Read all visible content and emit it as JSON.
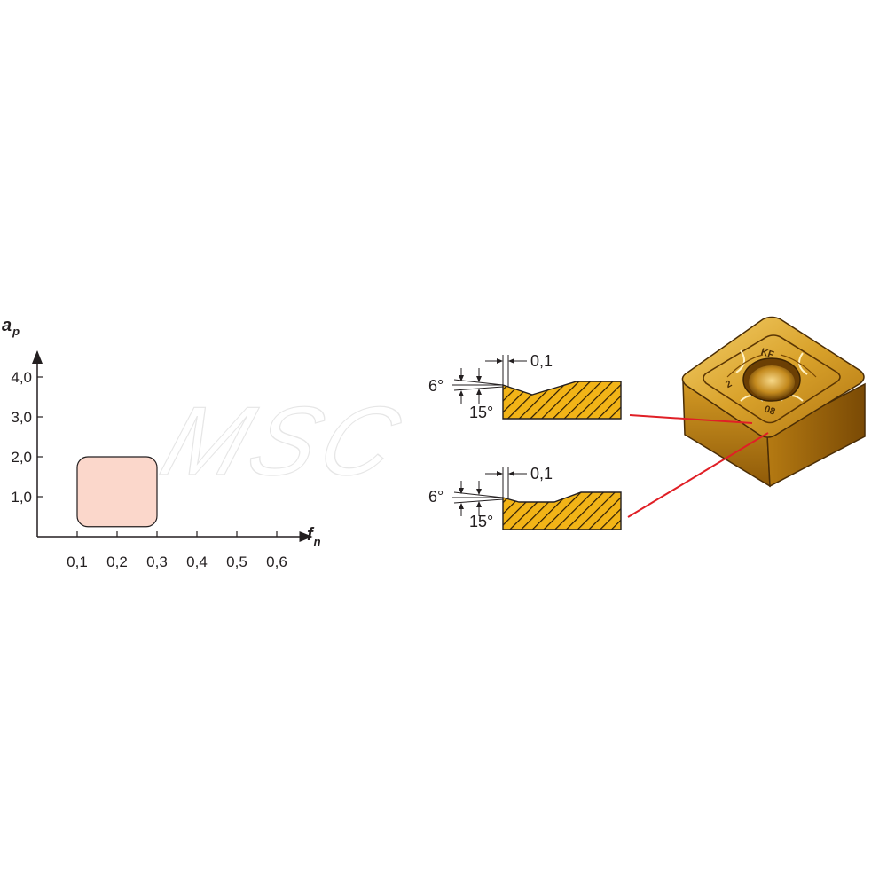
{
  "chart_data": {
    "type": "area",
    "xlabel": "f",
    "xlabel_sub": "n",
    "ylabel": "a",
    "ylabel_sub": "p",
    "xlim": [
      0,
      0.62
    ],
    "ylim": [
      0,
      4.3
    ],
    "x_ticks": [
      "0,1",
      "0,2",
      "0,3",
      "0,4",
      "0,5",
      "0,6"
    ],
    "x_tick_values": [
      0.1,
      0.2,
      0.3,
      0.4,
      0.5,
      0.6
    ],
    "y_ticks": [
      "1,0",
      "2,0",
      "3,0",
      "4,0"
    ],
    "y_tick_values": [
      1.0,
      2.0,
      3.0,
      4.0
    ],
    "grid": false,
    "region": {
      "x_range": [
        0.1,
        0.3
      ],
      "y_range": [
        0.25,
        2.0
      ],
      "color": "#fbd7cb"
    }
  },
  "profiles": [
    {
      "offset_label": "0,1",
      "rake_angle": "6°",
      "land_angle": "15°"
    },
    {
      "offset_label": "0,1",
      "rake_angle": "6°",
      "land_angle": "15°"
    }
  ],
  "insert": {
    "markings": [
      "KF",
      "2",
      "08"
    ],
    "color": "#c8901a",
    "leader_color": "#e01f26"
  },
  "watermark": "MSC"
}
